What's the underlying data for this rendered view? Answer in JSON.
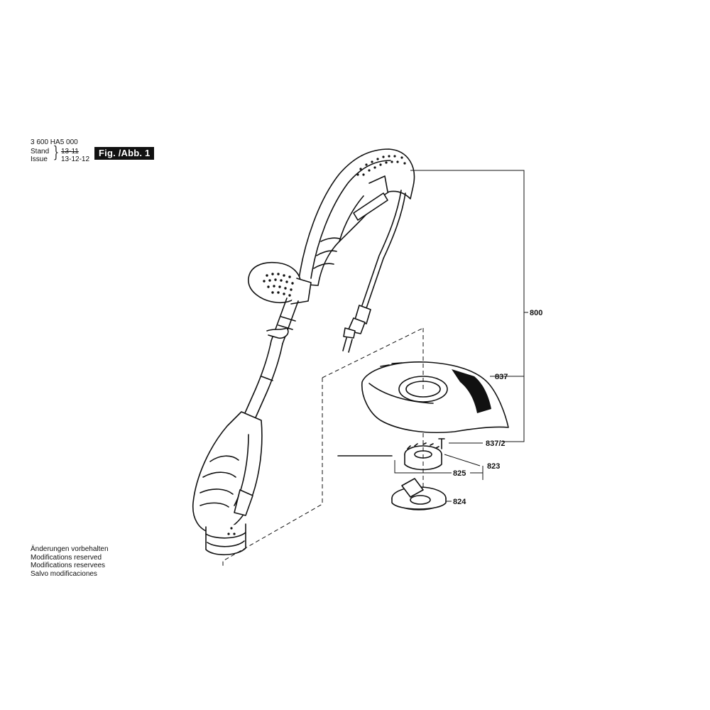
{
  "header": {
    "part_number": "3 600 HA5 000",
    "stand_label": "Stand",
    "issue_label": "Issue",
    "stand_value": "13-11",
    "issue_value": "13-12-12",
    "figure_label": "Fig. /Abb. 1"
  },
  "callouts": {
    "c800": "800",
    "c837": "837",
    "c837_2": "837/2",
    "c823": "823",
    "c825": "825",
    "c824": "824"
  },
  "notes": [
    "Änderungen vorbehalten",
    "Modifications reserved",
    "Modifications reservees",
    "Salvo modificaciones"
  ]
}
